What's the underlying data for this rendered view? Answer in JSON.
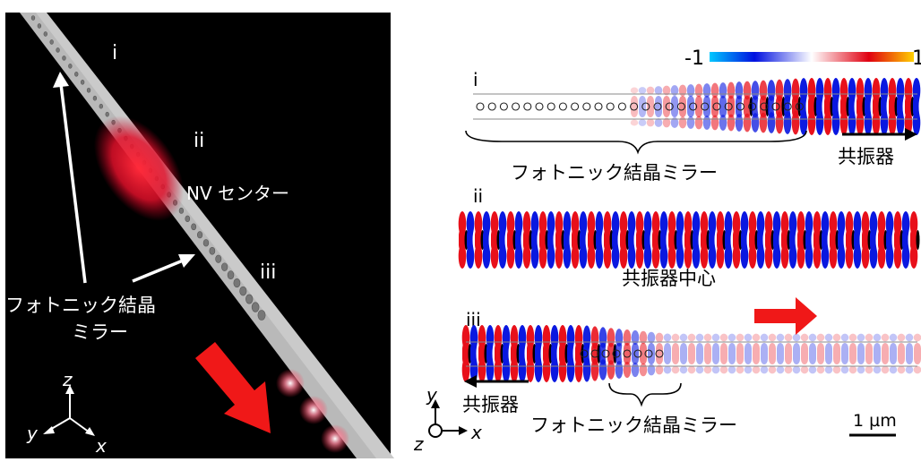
{
  "left_panel": {
    "label_i": "i",
    "label_ii": "ii",
    "label_iii": "iii",
    "nv_center": "NV センター",
    "mirror_line1": "フォトニック結晶",
    "mirror_line2": "ミラー",
    "axis_z": "z",
    "axis_y": "y",
    "axis_x": "x"
  },
  "right_panel": {
    "colorbar": {
      "min_label": "-1",
      "max_label": "1"
    },
    "panel_i": {
      "label": "i",
      "mirror_label": "フォトニック結晶ミラー",
      "resonator_label": "共振器"
    },
    "panel_ii": {
      "label": "ii",
      "caption": "共振器中心"
    },
    "panel_iii": {
      "label": "iii",
      "resonator_label": "共振器",
      "mirror_label": "フォトニック結晶ミラー"
    },
    "axes": {
      "y": "y",
      "z": "z",
      "x": "x"
    },
    "scale_bar": "1 µm"
  },
  "colors": {
    "field_negative": "#0a18e0",
    "field_positive": "#e8101a",
    "arrow_red": "#f01818",
    "nanobeam": "#c8c8c8"
  }
}
